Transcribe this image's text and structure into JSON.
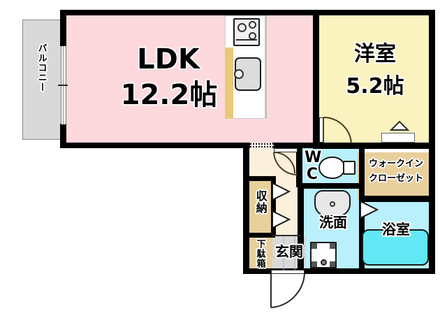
{
  "plan": {
    "title": "1LDK apartment floor plan",
    "colors": {
      "ldk": "#fdd9dd",
      "washitsu": "#fbf3bf",
      "hall": "#faf0dc",
      "closet": "#e8cf9c",
      "water": "#b9f0fb",
      "tub": "#62e8f5",
      "balcony": "#d9d9d9",
      "genkan": "#d9d9d9",
      "counter": "#e8c97a",
      "wall": "#000000"
    }
  },
  "rooms": [
    {
      "key": "balcony",
      "name": "balcony",
      "label": "バルコニー",
      "vertical": true,
      "size": 13
    },
    {
      "key": "ldk",
      "name": "living-dining-kitchen",
      "label": "LDK",
      "area": "12.2帖",
      "size": 40
    },
    {
      "key": "washitsu",
      "name": "western-room",
      "label": "洋室",
      "area": "5.2帖",
      "size": 30
    },
    {
      "key": "wic",
      "name": "walk-in-closet",
      "label_line1": "ウォークイン",
      "label_line2": "クローゼット",
      "size": 17
    },
    {
      "key": "bath",
      "name": "bathroom",
      "label": "浴室",
      "size": 22
    },
    {
      "key": "washroom",
      "name": "washroom",
      "label": "洗面",
      "size": 22
    },
    {
      "key": "wc",
      "name": "toilet",
      "label_line1": "W",
      "label_line2": "C",
      "size": 26
    },
    {
      "key": "storage",
      "name": "storage-closet",
      "label": "収納",
      "vertical": true,
      "size": 19
    },
    {
      "key": "shoebox",
      "name": "shoe-cabinet",
      "label": "下駄箱",
      "vertical": true,
      "size": 15
    },
    {
      "key": "genkan",
      "name": "entrance",
      "label": "玄関",
      "size": 22
    }
  ],
  "fixtures": [
    {
      "name": "stove",
      "label": ""
    },
    {
      "name": "kitchen-sink",
      "label": ""
    },
    {
      "name": "kitchen-counter",
      "label": ""
    },
    {
      "name": "toilet-bowl",
      "label": ""
    },
    {
      "name": "vanity-basin",
      "label": ""
    },
    {
      "name": "washing-machine-pan",
      "label": ""
    },
    {
      "name": "bathtub",
      "label": ""
    }
  ],
  "openings": [
    {
      "name": "balcony-sliding-window"
    },
    {
      "name": "ldk-hall-sliding-door"
    },
    {
      "name": "western-room-door"
    },
    {
      "name": "hall-ldk-door"
    },
    {
      "name": "entrance-door"
    },
    {
      "name": "washroom-door"
    },
    {
      "name": "bath-door"
    },
    {
      "name": "storage-folding-door-upper"
    },
    {
      "name": "storage-folding-door-lower"
    },
    {
      "name": "western-room-window"
    }
  ]
}
